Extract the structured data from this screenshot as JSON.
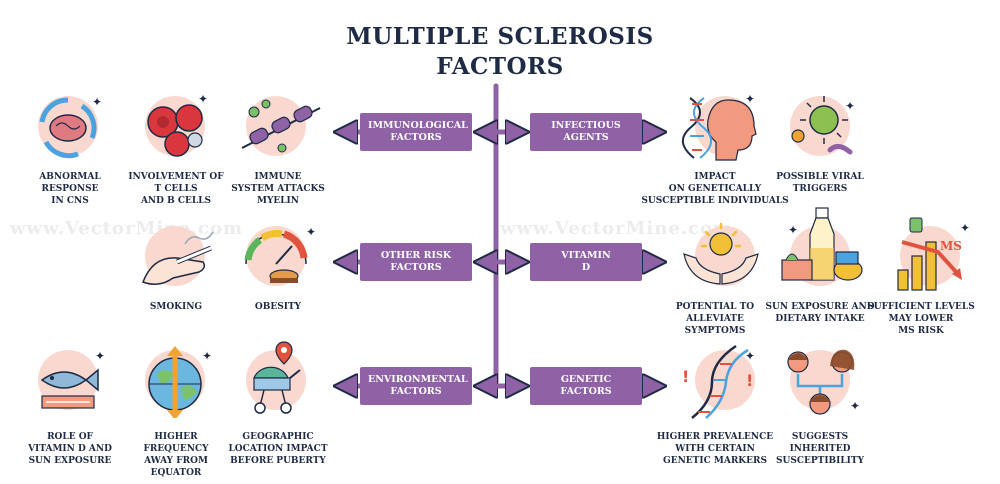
{
  "title": {
    "line1": "MULTIPLE SCLEROSIS",
    "line2": "FACTORS"
  },
  "watermark": "www.VectorMine.com",
  "colors": {
    "box": "#8f62a6",
    "connector": "#8f62a6",
    "blush": "#f9d9cf",
    "ink": "#1f2a44"
  },
  "boxes": {
    "immunological": "IMMUNOLOGICAL\nFACTORS",
    "other_risk": "OTHER RISK\nFACTORS",
    "environmental": "ENVIRONMENTAL\nFACTORS",
    "infectious": "INFECTIOUS\nAGENTS",
    "vitamin": "VITAMIN\nD",
    "genetic": "GENETIC\nFACTORS"
  },
  "captions": {
    "cns": "ABNORMAL\nRESPONSE\nIN CNS",
    "tcells": "INVOLVEMENT OF\nT CELLS\nAND B CELLS",
    "myelin": "IMMUNE\nSYSTEM ATTACKS\nMYELIN",
    "smoking": "SMOKING",
    "obesity": "OBESITY",
    "vitd_sun": "ROLE OF\nVITAMIN D AND\nSUN EXPOSURE",
    "equator": "HIGHER\nFREQUENCY\nAWAY FROM\nEQUATOR",
    "geo": "GEOGRAPHIC\nLOCATION IMPACT\nBEFORE PUBERTY",
    "genetic_impact": "IMPACT\nON GENETICALLY\nSUSCEPTIBLE INDIVIDUALS",
    "viral": "POSSIBLE VIRAL\nTRIGGERS",
    "alleviate": "POTENTIAL TO\nALLEVIATE\nSYMPTOMS",
    "sun_diet": "SUN EXPOSURE AND\nDIETARY INTAKE",
    "ms_risk": "SUFFICIENT LEVELS\nMAY LOWER\nMS RISK",
    "markers": "HIGHER PREVALENCE\nWITH CERTAIN\nGENETIC MARKERS",
    "inherited": "SUGGESTS\nINHERITED\nSUSCEPTIBILITY"
  },
  "icons": {
    "cns": "brain-cycle-icon",
    "tcells": "blood-cells-icon",
    "myelin": "nerve-fiber-icon",
    "smoking": "cigarette-hand-icon",
    "obesity": "scale-burger-icon",
    "vitd_sun": "fish-icon",
    "equator": "globe-icon",
    "geo": "stroller-pin-icon",
    "genetic_impact": "dna-head-icon",
    "viral": "virus-icon",
    "alleviate": "sun-hands-icon",
    "sun_diet": "milk-food-icon",
    "ms_risk": "ms-chart-icon",
    "markers": "dna-warning-icon",
    "inherited": "family-icon"
  },
  "ms_label": "MS"
}
